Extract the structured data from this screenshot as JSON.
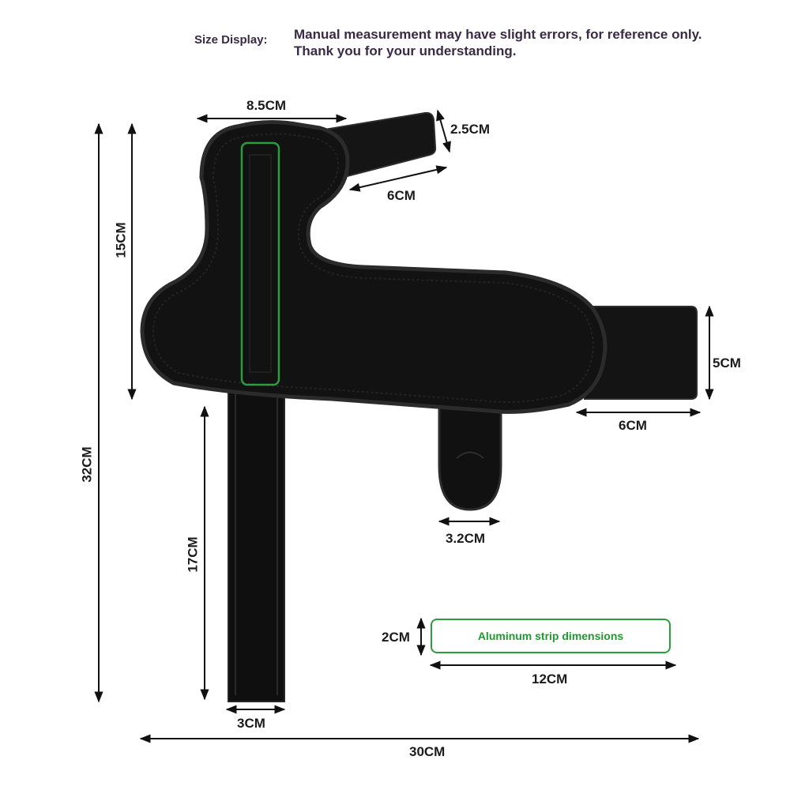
{
  "header": {
    "label": "Size Display:",
    "note_line1": "Manual measurement may have slight errors, for reference only.",
    "note_line2": "Thank you for your understanding."
  },
  "dimensions": {
    "top_width": "8.5CM",
    "strap_top_width": "2.5CM",
    "strap_top_length": "6CM",
    "height_upper": "15CM",
    "total_height": "32CM",
    "right_strap_height": "5CM",
    "right_strap_length": "6CM",
    "thumb_width": "3.2CM",
    "lower_strap_length": "17CM",
    "lower_strap_width": "3CM",
    "total_width": "30CM",
    "strip_height": "2CM",
    "strip_length": "12CM"
  },
  "strip": {
    "label": "Aluminum strip dimensions",
    "color": "#2a9d3c"
  },
  "colors": {
    "brace": "#121212",
    "brace_edge": "#2a2a2a",
    "highlight": "#2a9d3c",
    "text": "#1b1b1b",
    "header_text": "#3a2a45"
  }
}
